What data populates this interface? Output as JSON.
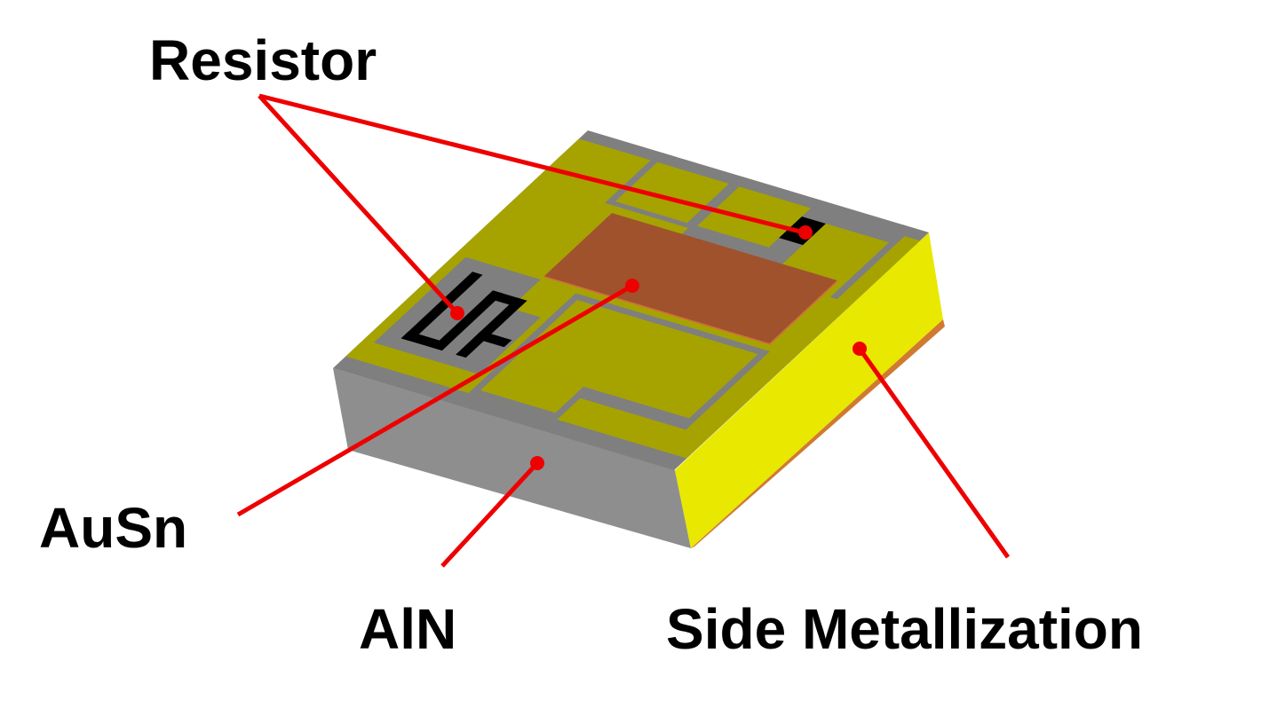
{
  "labels": {
    "resistor": "Resistor",
    "ausn": "AuSn",
    "aln": "AlN",
    "side_metallization": "Side Metallization"
  },
  "colors": {
    "top_metal": "#a6a300",
    "top_gap": "#7f7f7f",
    "aln_front": "#8e8e8e",
    "side_metal": "#e8e800",
    "ausn": "#a0522d",
    "resistor": "#000000",
    "leader": "#ee0000"
  }
}
